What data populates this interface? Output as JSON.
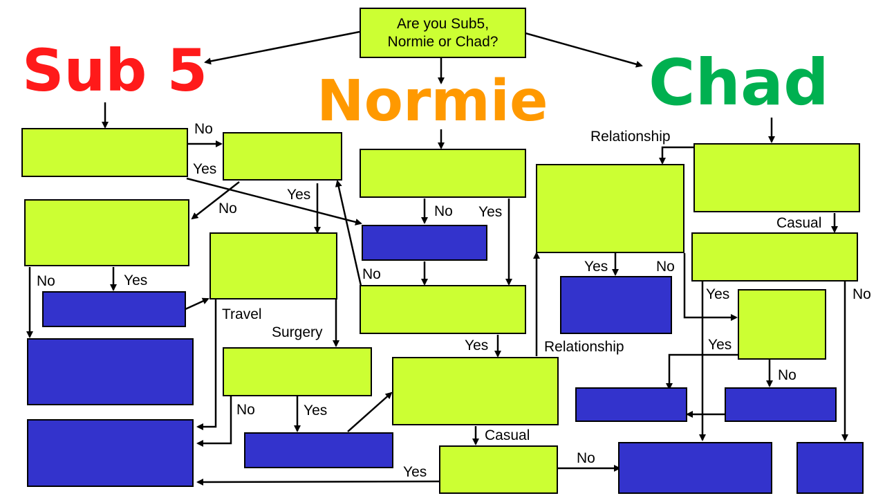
{
  "question": {
    "line1": "Are you Sub5,",
    "line2": "Normie or Chad?"
  },
  "categories": {
    "sub5": "Sub 5",
    "normie": "Normie",
    "chad": "Chad"
  },
  "colors": {
    "sub5": "#ff1a1a",
    "normie": "#ff9900",
    "chad": "#00b050",
    "lime": "#ccff33",
    "blue": "#3333cc"
  },
  "labels": {
    "no": "No",
    "yes": "Yes",
    "relationship": "Relationship",
    "casual": "Casual",
    "travel": "Travel",
    "surgery": "Surgery"
  }
}
